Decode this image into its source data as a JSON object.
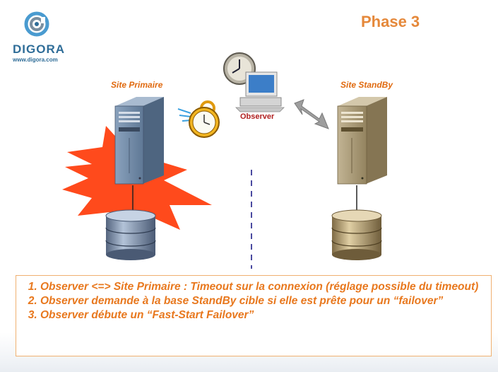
{
  "logo": {
    "brand": "DIGORA",
    "url": "www.digora.com"
  },
  "phase_title": "Phase 3",
  "sites": {
    "primary": "Site Primaire",
    "standby": "Site StandBy"
  },
  "observer_label": "Observer",
  "steps": [
    "Observer <=> Site Primaire : Timeout sur la connexion (réglage possible du timeout)",
    "Observer demande à la base StandBy cible si elle est prête pour un “failover”",
    "Observer débute un “Fast-Start Failover”"
  ],
  "colors": {
    "accent_orange": "#e5883a",
    "text_orange": "#e8781e",
    "explosion": "#ff4a1c",
    "primary_server": "#6f8aa8",
    "standby_server": "#a8987a",
    "logo_blue": "#2f6d98"
  }
}
